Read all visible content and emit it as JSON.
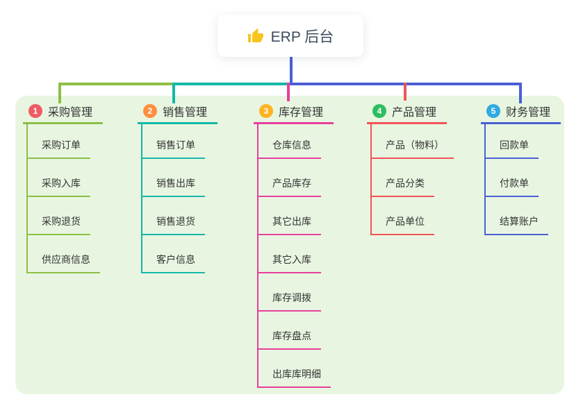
{
  "root": {
    "label": "ERP 后台",
    "icon": "thumbs-up-icon",
    "icon_color": "#f7c51e",
    "connector_color": "#4a5fd4"
  },
  "canvas": {
    "background_color": "#e8f6e1"
  },
  "branches": [
    {
      "number": "1",
      "title": "采购管理",
      "badge_color": "#f05b63",
      "line_color": "#8cbf45",
      "children": [
        "采购订单",
        "采购入库",
        "采购退货",
        "供应商信息"
      ]
    },
    {
      "number": "2",
      "title": "销售管理",
      "badge_color": "#ff8f3e",
      "line_color": "#14b8a8",
      "children": [
        "销售订单",
        "销售出库",
        "销售退货",
        "客户信息"
      ]
    },
    {
      "number": "3",
      "title": "库存管理",
      "badge_color": "#ffb322",
      "line_color": "#e83e9c",
      "children": [
        "仓库信息",
        "产品库存",
        "其它出库",
        "其它入库",
        "库存调拨",
        "库存盘点",
        "出库库明细"
      ]
    },
    {
      "number": "4",
      "title": "产品管理",
      "badge_color": "#2ebd62",
      "line_color": "#f25358",
      "children": [
        "产品（物料）",
        "产品分类",
        "产品单位"
      ]
    },
    {
      "number": "5",
      "title": "财务管理",
      "badge_color": "#31aae2",
      "line_color": "#4a5fd4",
      "children": [
        "回款单",
        "付款单",
        "结算账户"
      ]
    }
  ]
}
